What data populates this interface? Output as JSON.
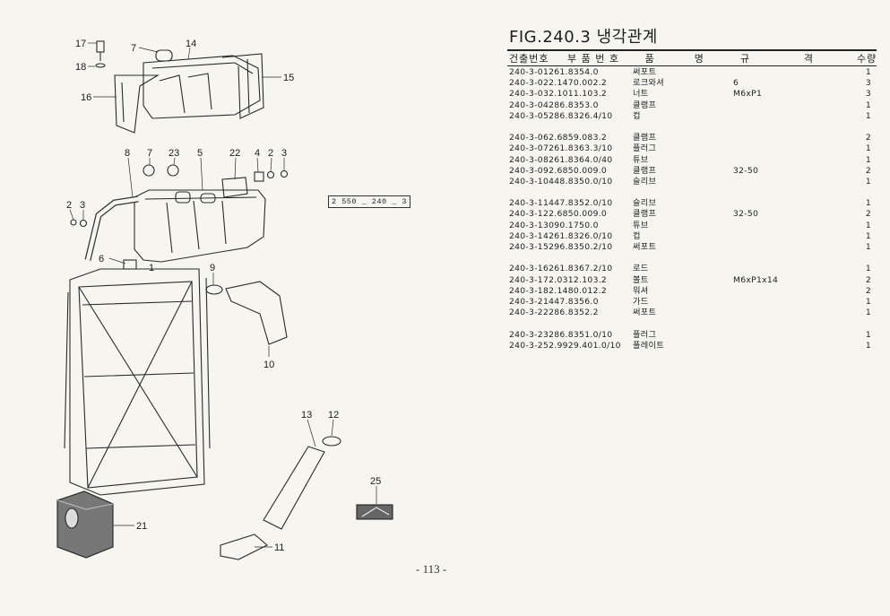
{
  "figure": {
    "title": "FIG.240.3 냉각관계",
    "reference_box": "2 550 _ 240 _ 3",
    "page_number": "- 113 -"
  },
  "table_header": {
    "code": "건출번호",
    "part": "부 품 번 호",
    "name_1": "품",
    "name_2": "명",
    "spec_1": "규",
    "spec_2": "격",
    "qty": "수량"
  },
  "groups": [
    [
      {
        "code": "240-3-01",
        "part": "261.8354.0",
        "name": "써포트",
        "spec": "",
        "qty": "1"
      },
      {
        "code": "240-3-02",
        "part": "2.1470.002.2",
        "name": "로크와셔",
        "spec": "6",
        "qty": "3"
      },
      {
        "code": "240-3-03",
        "part": "2.1011.103.2",
        "name": "너트",
        "spec": "M6xP1",
        "qty": "3"
      },
      {
        "code": "240-3-04",
        "part": "286.8353.0",
        "name": "클램프",
        "spec": "",
        "qty": "1"
      },
      {
        "code": "240-3-05",
        "part": "286.8326.4/10",
        "name": "컵",
        "spec": "",
        "qty": "1"
      }
    ],
    [
      {
        "code": "240-3-06",
        "part": "2.6859.083.2",
        "name": "클램프",
        "spec": "",
        "qty": "2"
      },
      {
        "code": "240-3-07",
        "part": "261.8363.3/10",
        "name": "플러그",
        "spec": "",
        "qty": "1"
      },
      {
        "code": "240-3-08",
        "part": "261.8364.0/40",
        "name": "튜브",
        "spec": "",
        "qty": "1"
      },
      {
        "code": "240-3-09",
        "part": "2.6850.009.0",
        "name": "클램프",
        "spec": "32-50",
        "qty": "2"
      },
      {
        "code": "240-3-10",
        "part": "448.8350.0/10",
        "name": "슬리브",
        "spec": "",
        "qty": "1"
      }
    ],
    [
      {
        "code": "240-3-11",
        "part": "447.8352.0/10",
        "name": "슬리브",
        "spec": "",
        "qty": "1"
      },
      {
        "code": "240-3-12",
        "part": "2.6850.009.0",
        "name": "클램프",
        "spec": "32-50",
        "qty": "2"
      },
      {
        "code": "240-3-13",
        "part": "090.1750.0",
        "name": "튜브",
        "spec": "",
        "qty": "1"
      },
      {
        "code": "240-3-14",
        "part": "261.8326.0/10",
        "name": "컵",
        "spec": "",
        "qty": "1"
      },
      {
        "code": "240-3-15",
        "part": "296.8350.2/10",
        "name": "써포트",
        "spec": "",
        "qty": "1"
      }
    ],
    [
      {
        "code": "240-3-16",
        "part": "261.8367.2/10",
        "name": "로드",
        "spec": "",
        "qty": "1"
      },
      {
        "code": "240-3-17",
        "part": "2.0312.103.2",
        "name": "볼트",
        "spec": "M6xP1x14",
        "qty": "2"
      },
      {
        "code": "240-3-18",
        "part": "2.1480.012.2",
        "name": "워셔",
        "spec": "",
        "qty": "2"
      },
      {
        "code": "240-3-21",
        "part": "447.8356.0",
        "name": "가드",
        "spec": "",
        "qty": "1"
      },
      {
        "code": "240-3-22",
        "part": "286.8352.2",
        "name": "써포트",
        "spec": "",
        "qty": "1"
      }
    ],
    [
      {
        "code": "240-3-23",
        "part": "286.8351.0/10",
        "name": "플러그",
        "spec": "",
        "qty": "1"
      },
      {
        "code": "240-3-25",
        "part": "2.9929.401.0/10",
        "name": "플레이트",
        "spec": "",
        "qty": "1"
      }
    ]
  ],
  "callouts": [
    "17",
    "7",
    "14",
    "18",
    "15",
    "16",
    "8",
    "7",
    "23",
    "5",
    "22",
    "4",
    "2",
    "3",
    "2",
    "3",
    "6",
    "1",
    "9",
    "10",
    "13",
    "12",
    "25",
    "21",
    "11"
  ]
}
